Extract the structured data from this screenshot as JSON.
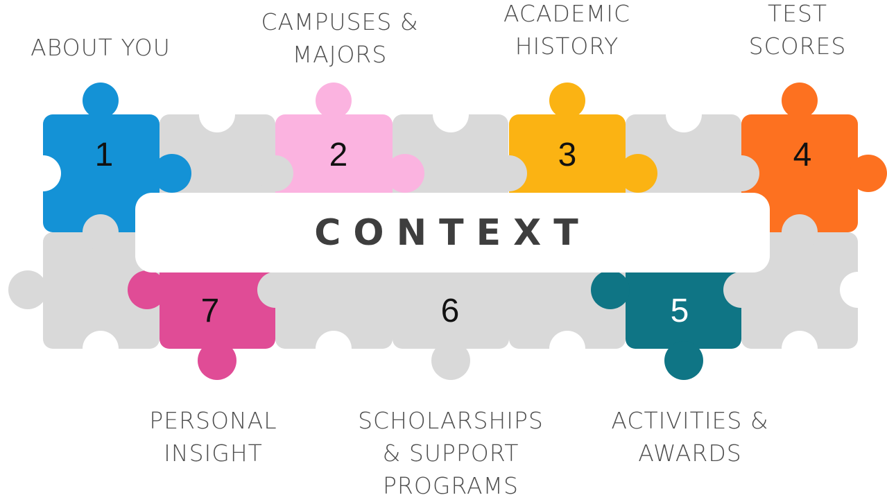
{
  "center": {
    "title": "CONTEXT"
  },
  "steps": [
    {
      "number": "1",
      "label": "ABOUT YOU",
      "color": "#1492d6"
    },
    {
      "number": "2",
      "label": "CAMPUSES &\nMAJORS",
      "color": "#fbb3e0"
    },
    {
      "number": "3",
      "label": "ACADEMIC\nHISTORY",
      "color": "#fbb313"
    },
    {
      "number": "4",
      "label": "TEST\nSCORES",
      "color": "#fd7120"
    },
    {
      "number": "5",
      "label": "ACTIVITIES &\nAWARDS",
      "color": "#0f7585"
    },
    {
      "number": "6",
      "label": "SCHOLARSHIPS\n& SUPPORT\nPROGRAMS",
      "color": "#d9d9d9"
    },
    {
      "number": "7",
      "label": "PERSONAL\nINSIGHT",
      "color": "#e04c96"
    }
  ],
  "palette": {
    "grey_piece": "#d9d9d9",
    "banner": "#ffffff",
    "label_text": "#4f4f4f"
  }
}
